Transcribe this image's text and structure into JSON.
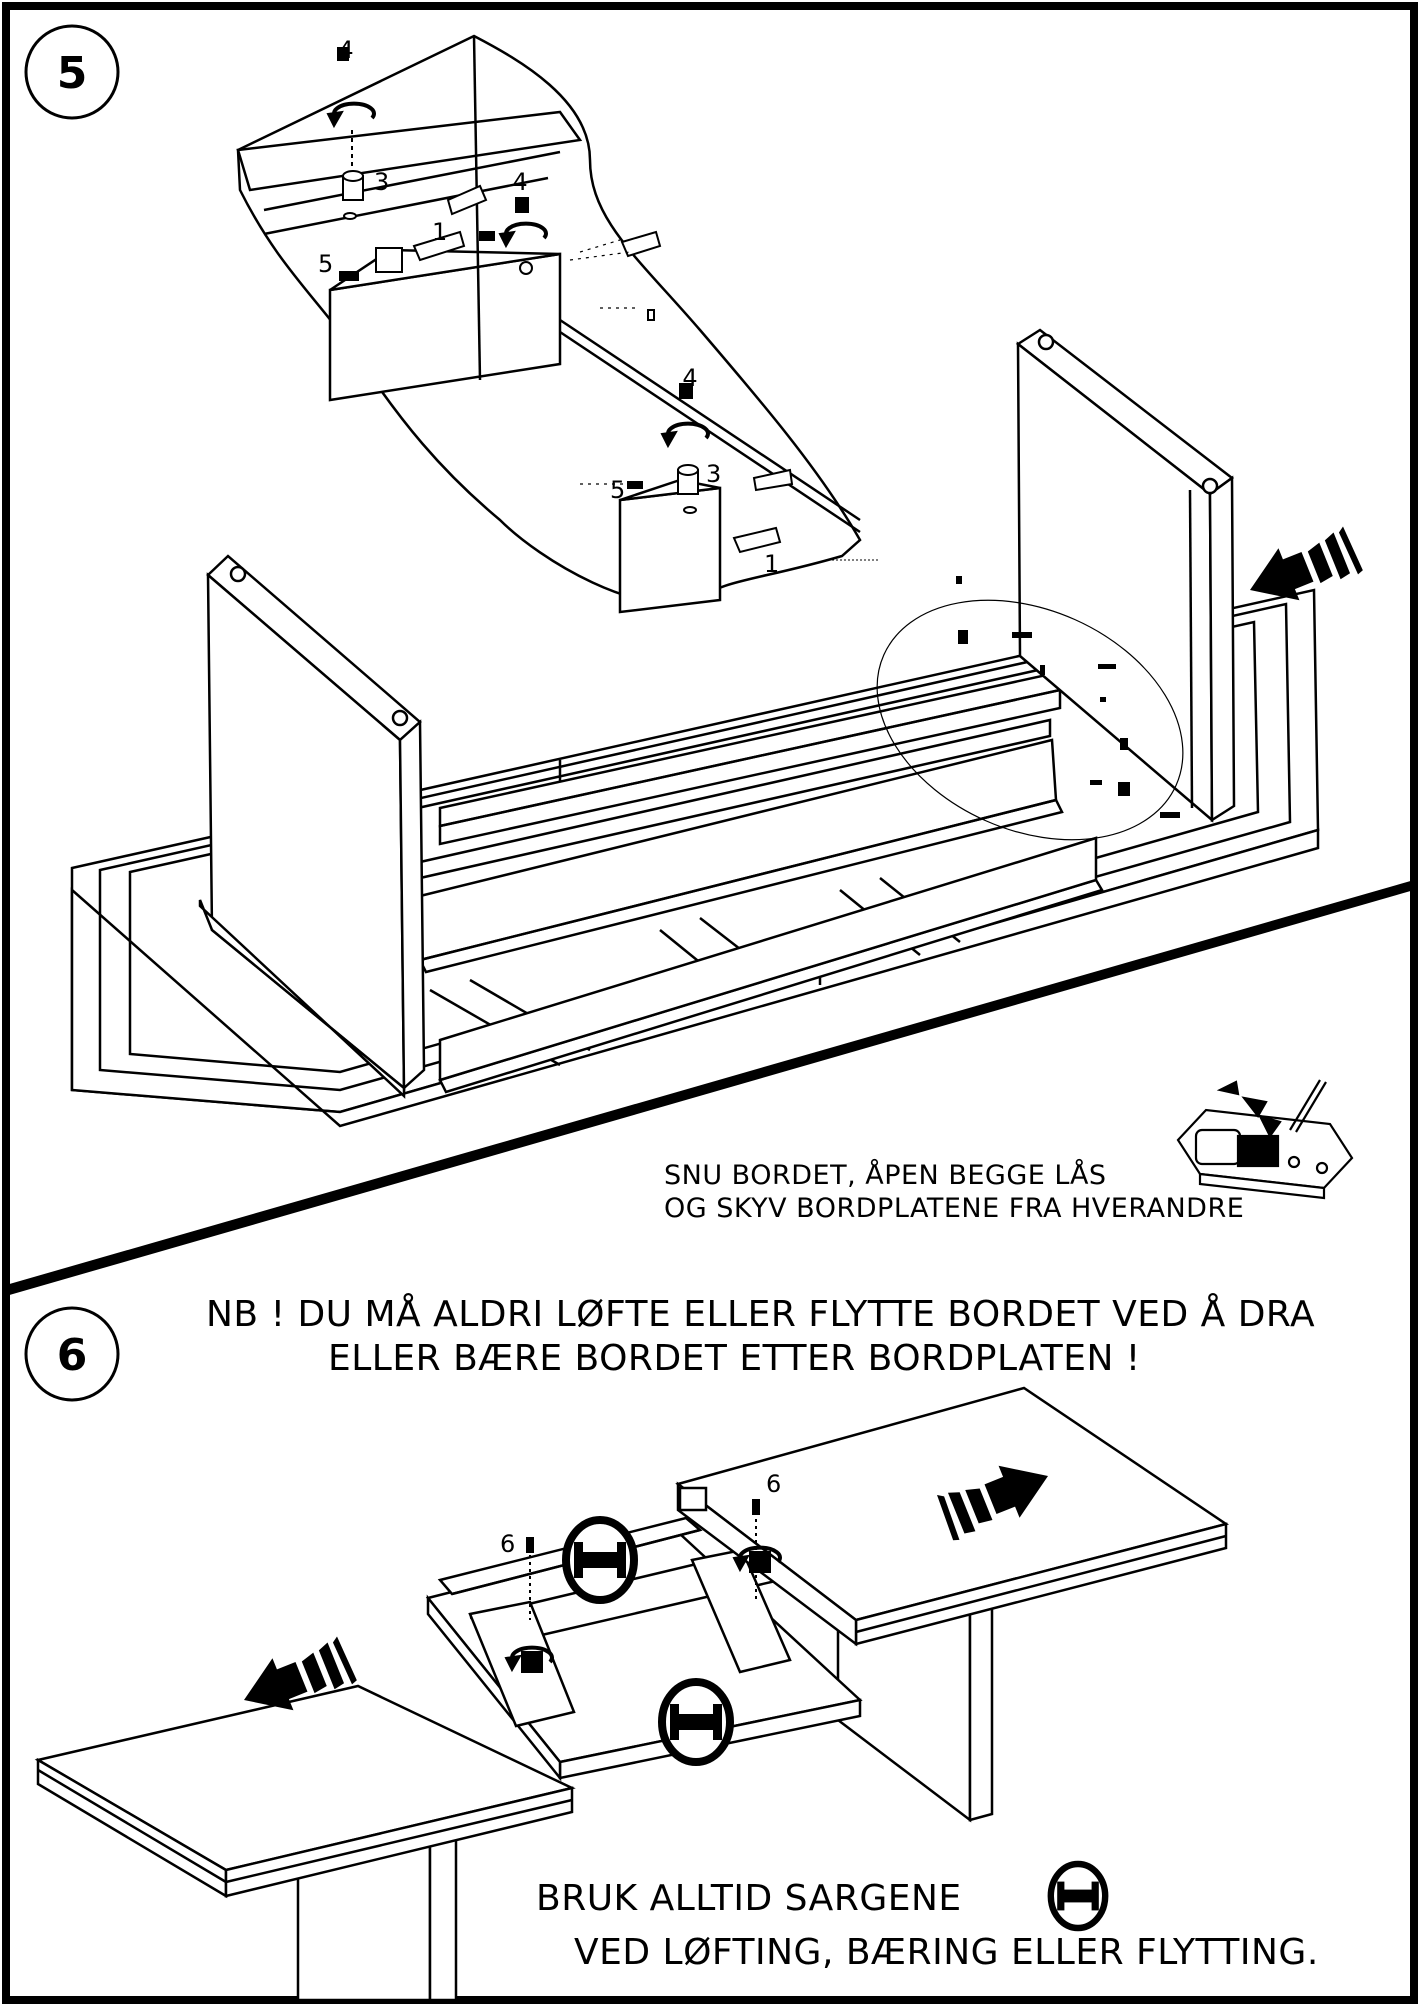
{
  "step5": {
    "number": "5",
    "part_labels": {
      "dowel": "1",
      "cam_housing": "3",
      "cam_screw": "4",
      "bracket_screw": "5"
    },
    "caption_line1": "SNU BORDET, ÅPEN BEGGE LÅS",
    "caption_line2": "OG SKYV BORDPLATENE FRA HVERANDRE"
  },
  "step6": {
    "number": "6",
    "warning_line1": "NB ! DU MÅ ALDRI LØFTE ELLER FLYTTE BORDET VED Å DRA",
    "warning_line2": "ELLER BÆRE BORDET ETTER BORDPLATEN !",
    "part_labels": {
      "screw": "6"
    },
    "note_line1": "BRUK ALLTID SARGENE",
    "note_line2": "VED LØFTING, BÆRING ELLER FLYTTING."
  },
  "icons": [
    "apron-symbol-icon",
    "direction-arrow-icon",
    "rotate-arrow-icon",
    "latch-icon"
  ],
  "colors": {
    "ink": "#000000",
    "paper": "#ffffff"
  }
}
